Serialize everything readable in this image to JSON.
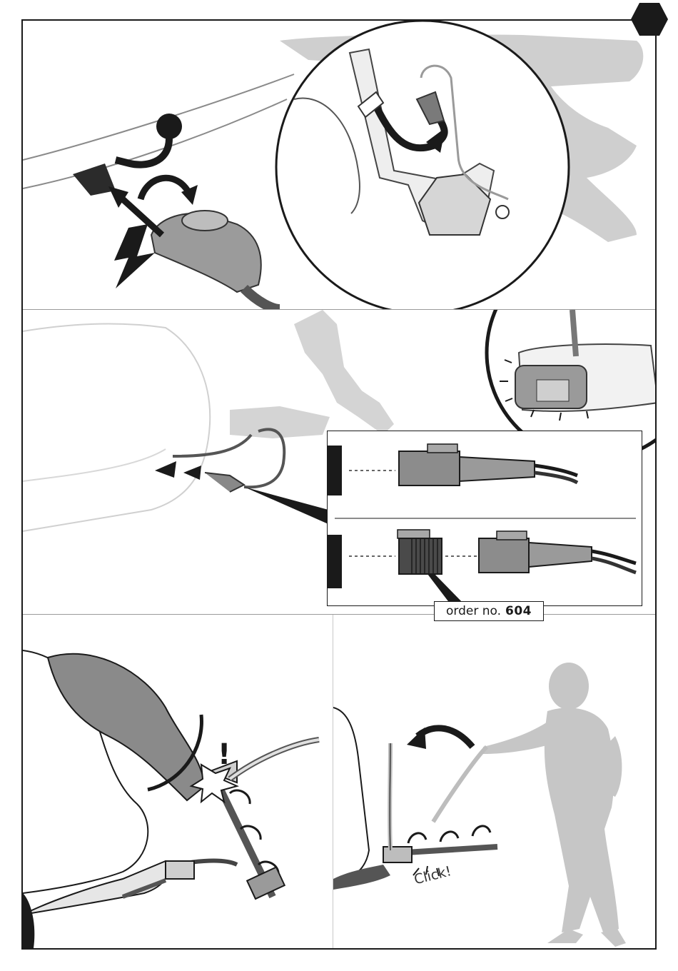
{
  "order_label": {
    "prefix": "order no.",
    "number": "604"
  },
  "click_text": "Click!",
  "warning_mark": "!",
  "colors": {
    "ink": "#1a1a1a",
    "mid_gray": "#7d7d7d",
    "light_gray": "#c9c9c9",
    "ghost_gray": "#e6e6e6"
  },
  "icons": {
    "step_badge": "black-hexagon-icon",
    "power": "lightning-bolt-icon",
    "rotate": "curved-arrow-icon"
  }
}
